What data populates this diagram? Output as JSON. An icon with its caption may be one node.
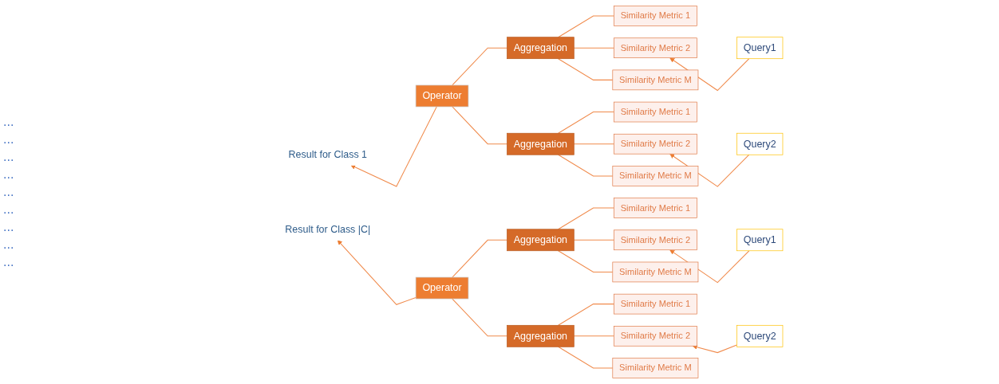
{
  "diagram": {
    "nodes": [
      {
        "text": [
          "Result for Class 1"
        ]
      },
      {
        "text": [
          "Operator"
        ]
      },
      {
        "text": [
          "Aggregation"
        ]
      },
      {
        "text": [
          "Similarity Metric 1"
        ]
      },
      {
        "text": [
          "Similarity Metric 2"
        ]
      },
      {
        "text": [
          "Similarity Metric M"
        ]
      },
      {
        "text": [
          "Aggregation"
        ]
      },
      {
        "text": [
          "Similarity Metric 1"
        ]
      },
      {
        "text": [
          "Similarity Metric 2"
        ]
      },
      {
        "text": [
          "Similarity Metric M"
        ]
      },
      {
        "text": [
          "Query1"
        ]
      },
      {
        "text": [
          "Query2"
        ]
      },
      {
        "text": [
          "Result for Class |C|"
        ]
      },
      {
        "text": [
          "Operator"
        ]
      },
      {
        "text": [
          "Aggregation"
        ]
      },
      {
        "text": [
          "Similarity Metric 1"
        ]
      },
      {
        "text": [
          "Similarity Metric 2"
        ]
      },
      {
        "text": [
          "Similarity Metric M"
        ]
      },
      {
        "text": [
          "Aggregation"
        ]
      },
      {
        "text": [
          "Similarity Metric 1"
        ]
      },
      {
        "text": [
          "Similarity Metric 2"
        ]
      },
      {
        "text": [
          "Similarity Metric M"
        ]
      },
      {
        "text": [
          "Query1"
        ]
      },
      {
        "text": [
          "Query2"
        ]
      }
    ],
    "edges": [
      {
        "from": 1,
        "to": 0,
        "arrow": "to"
      },
      {
        "from": 1,
        "to": 2,
        "arrow": "none"
      },
      {
        "from": 1,
        "to": 6,
        "arrow": "none"
      },
      {
        "from": 2,
        "to": 3,
        "arrow": "none"
      },
      {
        "from": 2,
        "to": 4,
        "arrow": "none"
      },
      {
        "from": 2,
        "to": 5,
        "arrow": "none"
      },
      {
        "from": 6,
        "to": 7,
        "arrow": "none"
      },
      {
        "from": 6,
        "to": 8,
        "arrow": "none"
      },
      {
        "from": 6,
        "to": 9,
        "arrow": "none"
      },
      {
        "from": 10,
        "to": 4,
        "arrow": "to"
      },
      {
        "from": 11,
        "to": 8,
        "arrow": "to"
      },
      {
        "from": 13,
        "to": 12,
        "arrow": "to"
      },
      {
        "from": 13,
        "to": 14,
        "arrow": "none"
      },
      {
        "from": 13,
        "to": 18,
        "arrow": "none"
      },
      {
        "from": 14,
        "to": 15,
        "arrow": "none"
      },
      {
        "from": 14,
        "to": 16,
        "arrow": "none"
      },
      {
        "from": 14,
        "to": 17,
        "arrow": "none"
      },
      {
        "from": 18,
        "to": 19,
        "arrow": "none"
      },
      {
        "from": 18,
        "to": 20,
        "arrow": "none"
      },
      {
        "from": 18,
        "to": 21,
        "arrow": "none"
      },
      {
        "from": 22,
        "to": 16,
        "arrow": "to"
      },
      {
        "from": 23,
        "to": 20,
        "arrow": "to"
      }
    ],
    "labels": [
      "...",
      "...",
      "...",
      "...",
      "...",
      "...",
      "...",
      "...",
      "..."
    ]
  }
}
